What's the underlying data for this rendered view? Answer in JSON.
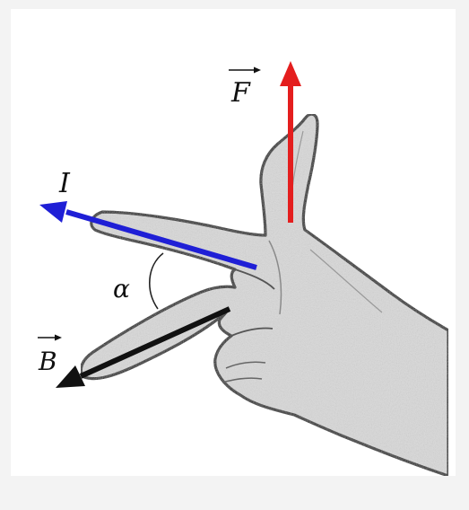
{
  "labels": {
    "force": "F",
    "current": "I",
    "field": "B",
    "angle": "α"
  },
  "colors": {
    "force_arrow": "#e41e1e",
    "current_arrow": "#1f1fd6",
    "field_arrow": "#111111",
    "hand_fill": "#d9d9d9",
    "hand_outline": "#222222"
  }
}
